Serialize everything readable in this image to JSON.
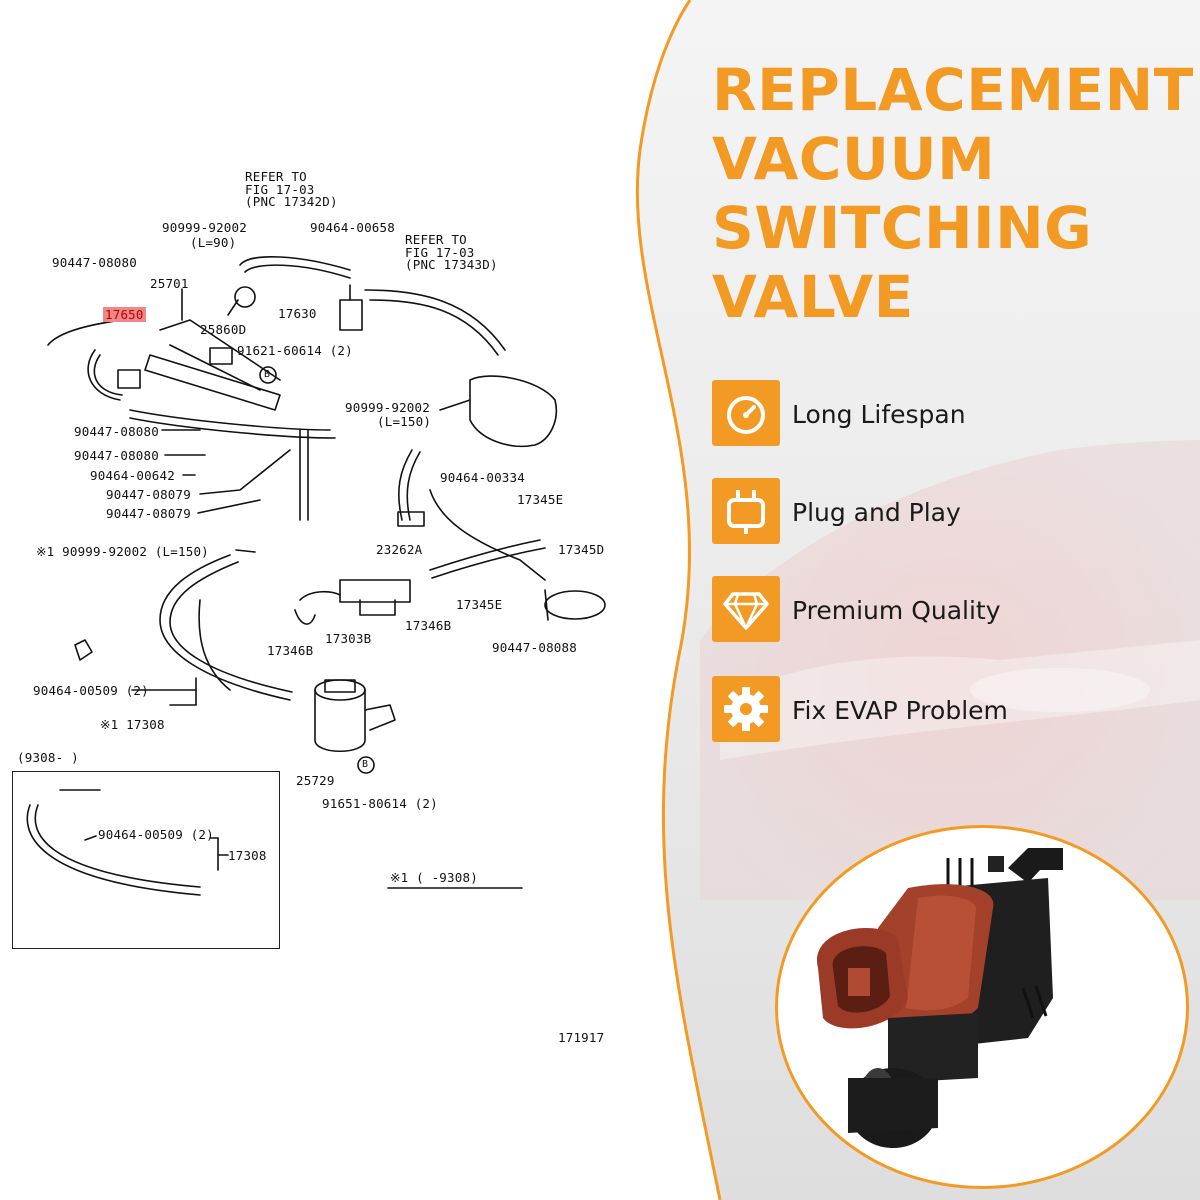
{
  "title_lines": [
    "REPLACEMENT",
    "VACUUM",
    "SWITCHING",
    "VALVE"
  ],
  "features": [
    {
      "label": "Long Lifespan",
      "icon": "stopwatch-icon"
    },
    {
      "label": "Plug and Play",
      "icon": "plug-icon"
    },
    {
      "label": "Premium Quality",
      "icon": "diamond-icon"
    },
    {
      "label": "Fix EVAP Problem",
      "icon": "gear-icon"
    }
  ],
  "colors": {
    "accent": "#f29a24",
    "highlight": "#e88888"
  },
  "diagram": {
    "refer1": [
      "REFER TO",
      "FIG 17-03",
      "(PNC 17342D)"
    ],
    "refer2": [
      "REFER TO",
      "FIG 17-03",
      "(PNC 17343D)"
    ],
    "labels": {
      "p9099a": "90999-92002",
      "p9099a_len": "(L=90)",
      "p90464_658": "90464-00658",
      "p90447_a": "90447-08080",
      "p25701": "25701",
      "p17650": "17650",
      "p25860": "25860D",
      "p17630": "17630",
      "p91621": "91621-60614 (2)",
      "p90999b": "90999-92002",
      "p90999b_len": "(L=150)",
      "p90447_b": "90447-08080",
      "p90447_c": "90447-08080",
      "p90464_642": "90464-00642",
      "p90447_079a": "90447-08079",
      "p90447_079b": "90447-08079",
      "p90464_334": "90464-00334",
      "p17345e_a": "17345E",
      "p23262": "23262A",
      "p17345d": "17345D",
      "p_star1": "※1 90999-92002 (L=150)",
      "p17345e_b": "17345E",
      "p17346b_a": "17346B",
      "p17303": "17303B",
      "p17346b_b": "17346B",
      "p90447_088": "90447-08088",
      "p90464_509": "90464-00509 (2)",
      "p17308": "※1 17308",
      "p25729": "25729",
      "p91651": "91651-80614 (2)",
      "p9308": "(9308-        )",
      "box_509": "90464-00509 (2)",
      "box_17308": "17308",
      "note": "※1 (       -9308)",
      "figno": "171917",
      "b1": "B",
      "b2": "B"
    }
  }
}
